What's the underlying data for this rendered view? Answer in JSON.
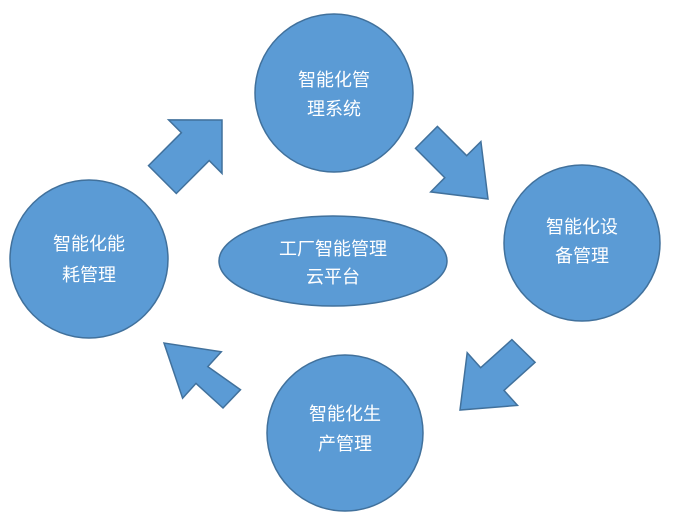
{
  "diagram": {
    "center": {
      "line1": "工厂智能管理",
      "line2": "云平台"
    },
    "nodes": {
      "top": {
        "line1": "智能化管",
        "line2": "理系统"
      },
      "right": {
        "line1": "智能化设",
        "line2": "备管理"
      },
      "bottom": {
        "line1": "智能化生",
        "line2": "产管理"
      },
      "left": {
        "line1": "智能化能",
        "line2": "耗管理"
      }
    },
    "colors": {
      "fill": "#5b9bd5",
      "stroke": "#41719c",
      "text": "#ffffff"
    }
  }
}
